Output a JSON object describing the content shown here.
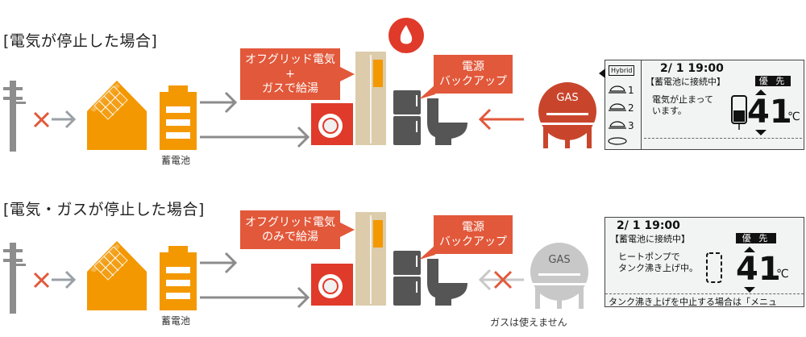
{
  "scenario1": {
    "heading": "[電気が停止した場合]",
    "callout_left": [
      "オフグリッド電気",
      "+",
      "ガスで給湯"
    ],
    "callout_right": [
      "電源",
      "バックアップ"
    ],
    "battery_caption": "蓄電池",
    "gas_tank_label": "GAS",
    "display": {
      "datetime": "2/ 1 19:00",
      "status": "【蓄電池に接続中】",
      "priority_badge": "優 先",
      "message_line1": "電気が止まって",
      "message_line2": "います。",
      "temperature": "41",
      "unit": "℃",
      "hybrid_label": "Hybrid",
      "menu_numbers": [
        "1",
        "2",
        "3"
      ]
    }
  },
  "scenario2": {
    "heading": "[電気・ガスが停止した場合]",
    "callout_left": [
      "オフグリッド電気",
      "のみで給湯"
    ],
    "callout_right": [
      "電源",
      "バックアップ"
    ],
    "battery_caption": "蓄電池",
    "gas_tank_label": "GAS",
    "gas_caption": "ガスは使えません",
    "display": {
      "datetime": "2/ 1 19:00",
      "status": "【蓄電池に接続中】",
      "priority_badge": "優 先",
      "message_line1": "ヒートポンプで",
      "message_line2": "タンク沸き上げ中。",
      "temperature": "41",
      "unit": "℃",
      "footer": "タンク沸き上げを中止する場合は「メニュ"
    }
  },
  "colors": {
    "orange": "#f39800",
    "callout_red": "#e2583a",
    "gas_red": "#c8452c",
    "gray_line": "#888888",
    "cross_red": "#e2583a",
    "arrow_gray": "#8c8c8c",
    "beige": "#dcccab"
  }
}
